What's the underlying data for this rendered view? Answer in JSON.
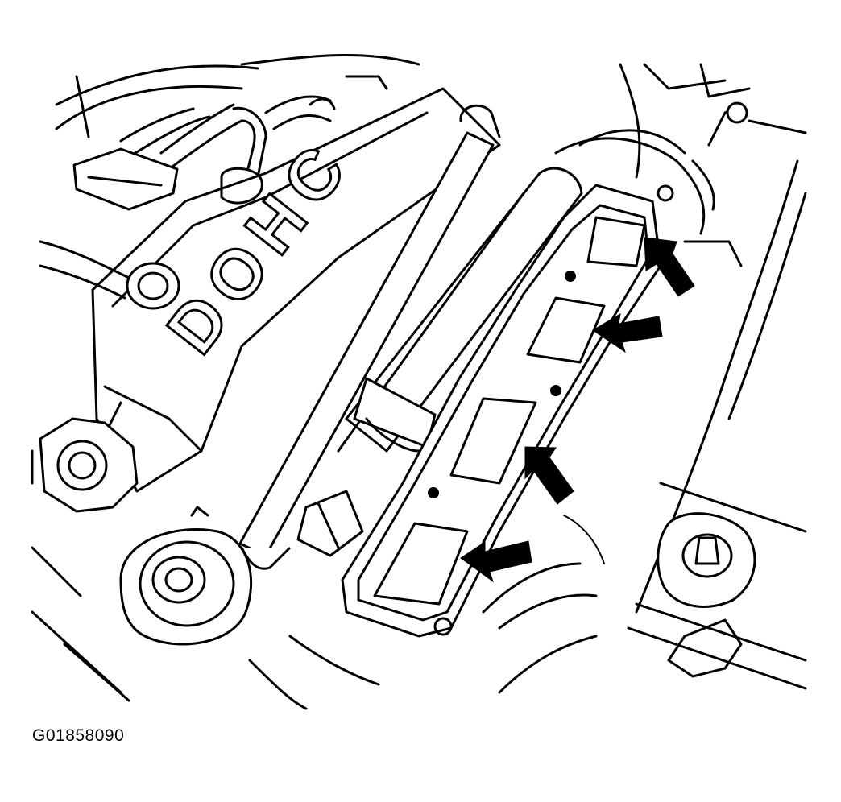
{
  "diagram": {
    "embossed_text": "DOHC",
    "figure_id": "G01858090",
    "colors": {
      "line": "#000000",
      "background": "#ffffff"
    },
    "indicator_arrow_count": 4
  }
}
